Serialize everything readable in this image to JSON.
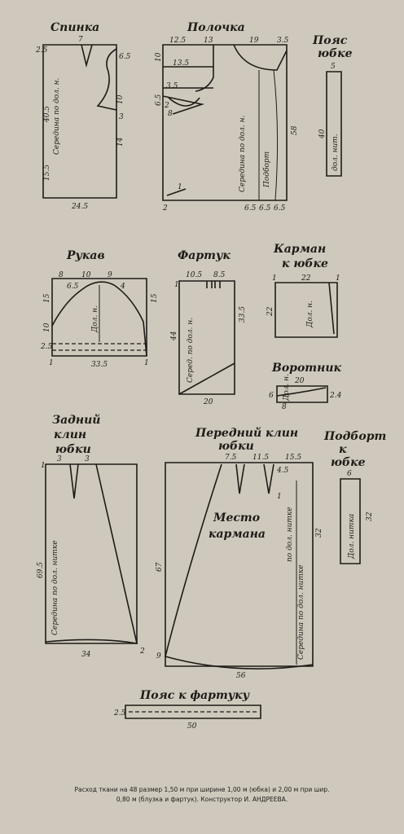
{
  "spinka": {
    "title": "Спинка",
    "labels": {
      "a": "7",
      "b": "2.5",
      "c": "6.5",
      "d": "40.5",
      "e": "10",
      "f": "3",
      "g": "14",
      "h": "15.5",
      "i": "24.5"
    },
    "grain": "Середина по дол. н."
  },
  "polochka": {
    "title": "Полочка",
    "labels": {
      "a": "12.5",
      "b": "13",
      "c": "19",
      "d": "3.5",
      "e": "10",
      "f": "13.5",
      "g": "3.5",
      "h": "6.5",
      "i": "8",
      "j": "58",
      "k": "2",
      "l": "6.5",
      "m": "6.5",
      "n": "6.5",
      "o": "1",
      "p": "2"
    },
    "grain": "Середина по дол. н.",
    "podbort": "Подборт"
  },
  "poyas_yubki": {
    "title": "Пояс юбке",
    "labels": {
      "a": "5",
      "b": "40"
    },
    "grain": "дол. нит."
  },
  "rukav": {
    "title": "Рукав",
    "labels": {
      "a": "8",
      "b": "10",
      "c": "9",
      "d": "6.5",
      "e": "4",
      "f": "15",
      "g": "15",
      "h": "10",
      "i": "2.5",
      "j": "33.5",
      "k": "1",
      "l": "1"
    },
    "grain": "Дол. н."
  },
  "fartuk": {
    "title": "Фартук",
    "labels": {
      "a": "10.5",
      "b": "8.5",
      "c": "1",
      "d": "44",
      "e": "33.5",
      "f": "20"
    },
    "grain": "Серед. по дол. н."
  },
  "karman": {
    "title": "Карман к юбке",
    "labels": {
      "a": "1",
      "b": "22",
      "c": "1",
      "d": "22"
    },
    "grain": "Дол. н."
  },
  "vorotnik": {
    "title": "Воротник",
    "labels": {
      "a": "20",
      "b": "6",
      "c": "2.4",
      "d": "8"
    },
    "grain": "Дол. н."
  },
  "zadniy_klin": {
    "title": "Задний клин юбки",
    "labels": {
      "a": "3",
      "b": "3",
      "c": "1",
      "d": "69.5",
      "e": "34",
      "f": "2"
    },
    "grain": "Середина по дол. нитке"
  },
  "peredniy_klin": {
    "title": "Передний клин юбки",
    "labels": {
      "a": "7.5",
      "b": "11.5",
      "c": "15.5",
      "d": "4.5",
      "e": "1",
      "f": "67",
      "g": "56",
      "h": "32",
      "i": "9"
    },
    "grain": "Середина по дол. нитке",
    "pocket": "Место кармана",
    "grain2": "по дол. нитке"
  },
  "podbort_yubki": {
    "title": "Подборт к юбке",
    "labels": {
      "a": "6",
      "b": "32"
    },
    "grain": "Дол. нитка"
  },
  "poyas_fartuku": {
    "title": "Пояс к фартуку",
    "labels": {
      "a": "2.5",
      "b": "50"
    }
  },
  "footer": {
    "line1": "Расход ткани на 48 размер 1,50 м при ширине 1,00 м (юбка) и 2,00 м при шир.",
    "line2": "0,80 м (блузка и фартук). Конструктор И. АНДРЕЕВА."
  }
}
